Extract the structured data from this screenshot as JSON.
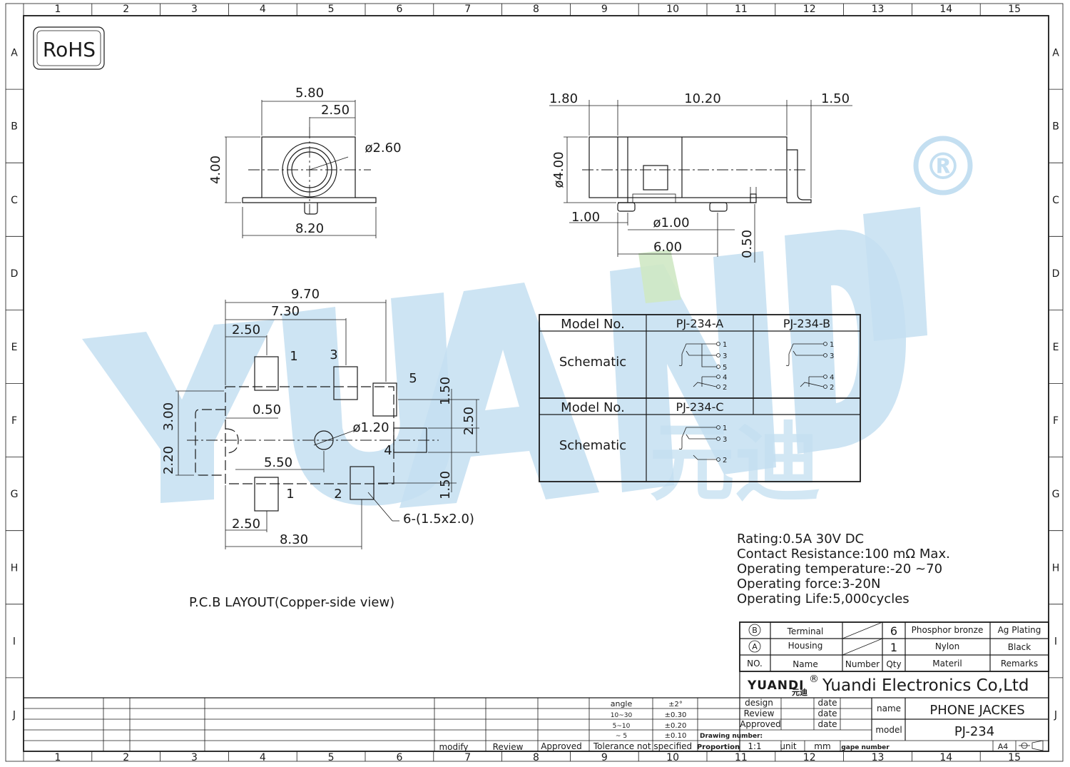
{
  "border": {
    "columns": [
      "1",
      "2",
      "3",
      "4",
      "5",
      "6",
      "7",
      "8",
      "9",
      "10",
      "11",
      "12",
      "13",
      "14",
      "15"
    ],
    "rows": [
      "A",
      "B",
      "C",
      "D",
      "E",
      "F",
      "G",
      "H",
      "I",
      "J"
    ]
  },
  "rohs_badge": "RoHS",
  "watermark": {
    "text": "YUANDI",
    "registered": "®",
    "chinese": "元迪"
  },
  "front_view": {
    "dims": {
      "width_top": "5.80",
      "half": "2.50",
      "dia": "ø2.60",
      "height": "4.00",
      "base": "8.20"
    }
  },
  "side_view": {
    "dims": {
      "left": "1.80",
      "body": "10.20",
      "right": "1.50",
      "dia": "ø4.00",
      "peg_offset": "1.00",
      "peg_dia": "ø1.00",
      "peg_span": "6.00",
      "tab": "0.50"
    }
  },
  "pcb_layout": {
    "dims": {
      "overall": "9.70",
      "p3": "7.30",
      "p1": "2.50",
      "p5_top": "1.50",
      "slot_h": "3.00",
      "slot_gap": "0.50",
      "hole": "ø1.20",
      "p4_h": "2.50",
      "lower": "2.20",
      "hole_x": "5.50",
      "p5_bot": "1.50",
      "p1_bot": "2.50",
      "p2": "8.30",
      "pad_spec": "6-(1.5x2.0)"
    },
    "pad_labels": [
      "1",
      "3",
      "5",
      "4",
      "1",
      "2"
    ],
    "caption": "P.C.B LAYOUT(Copper-side view)"
  },
  "model_table": {
    "header_label": "Model No.",
    "schematic_label": "Schematic",
    "models": [
      "PJ-234-A",
      "PJ-234-B",
      "PJ-234-C"
    ],
    "pins_a": [
      "1",
      "3",
      "5",
      "4",
      "2"
    ],
    "pins_b": [
      "1",
      "3",
      "4",
      "2"
    ],
    "pins_c": [
      "1",
      "3",
      "2"
    ]
  },
  "ratings": [
    "Rating:0.5A 30V DC",
    "Contact Resistance:100 mΩ Max.",
    "Operating temperature:-20  ~70",
    "Operating force:3-20N",
    "Operating Life:5,000cycles"
  ],
  "bom": {
    "rows": [
      {
        "no": "B",
        "name": "Terminal",
        "qty": "6",
        "material": "Phosphor bronze",
        "remarks": "Ag Plating"
      },
      {
        "no": "A",
        "name": "Housing",
        "qty": "1",
        "material": "Nylon",
        "remarks": "Black"
      }
    ],
    "header": {
      "no": "NO.",
      "name": "Name",
      "number": "Number",
      "qty": "Qty",
      "material": "Materil",
      "remarks": "Remarks"
    }
  },
  "title_block": {
    "brand": "YUANDI",
    "registered": "®",
    "brand_cn": "元迪",
    "company": "Yuandi Electronics Co,Ltd",
    "design": "design",
    "review": "Review",
    "approved": "Approved",
    "date": "date",
    "name_label": "name",
    "name_value": "PHONE JACKES",
    "model_label": "model",
    "model_value": "PJ-234",
    "drawing_number": "Drawing number:",
    "proportion_label": "Proportion",
    "proportion_value": "1:1",
    "unit_label": "unit",
    "unit_value": "mm",
    "page_number": "gape number",
    "sheet": "A4"
  },
  "tolerance": {
    "rows": [
      {
        "range": "angle",
        "value": "±2°"
      },
      {
        "range": "10~30",
        "value": "±0.30"
      },
      {
        "range": "5~10",
        "value": "±0.20"
      },
      {
        "range": "~ 5",
        "value": "±0.10"
      }
    ],
    "footer": "Tolerance not specified"
  },
  "revision": {
    "modify": "modify",
    "review": "Review",
    "approved": "Approved"
  }
}
